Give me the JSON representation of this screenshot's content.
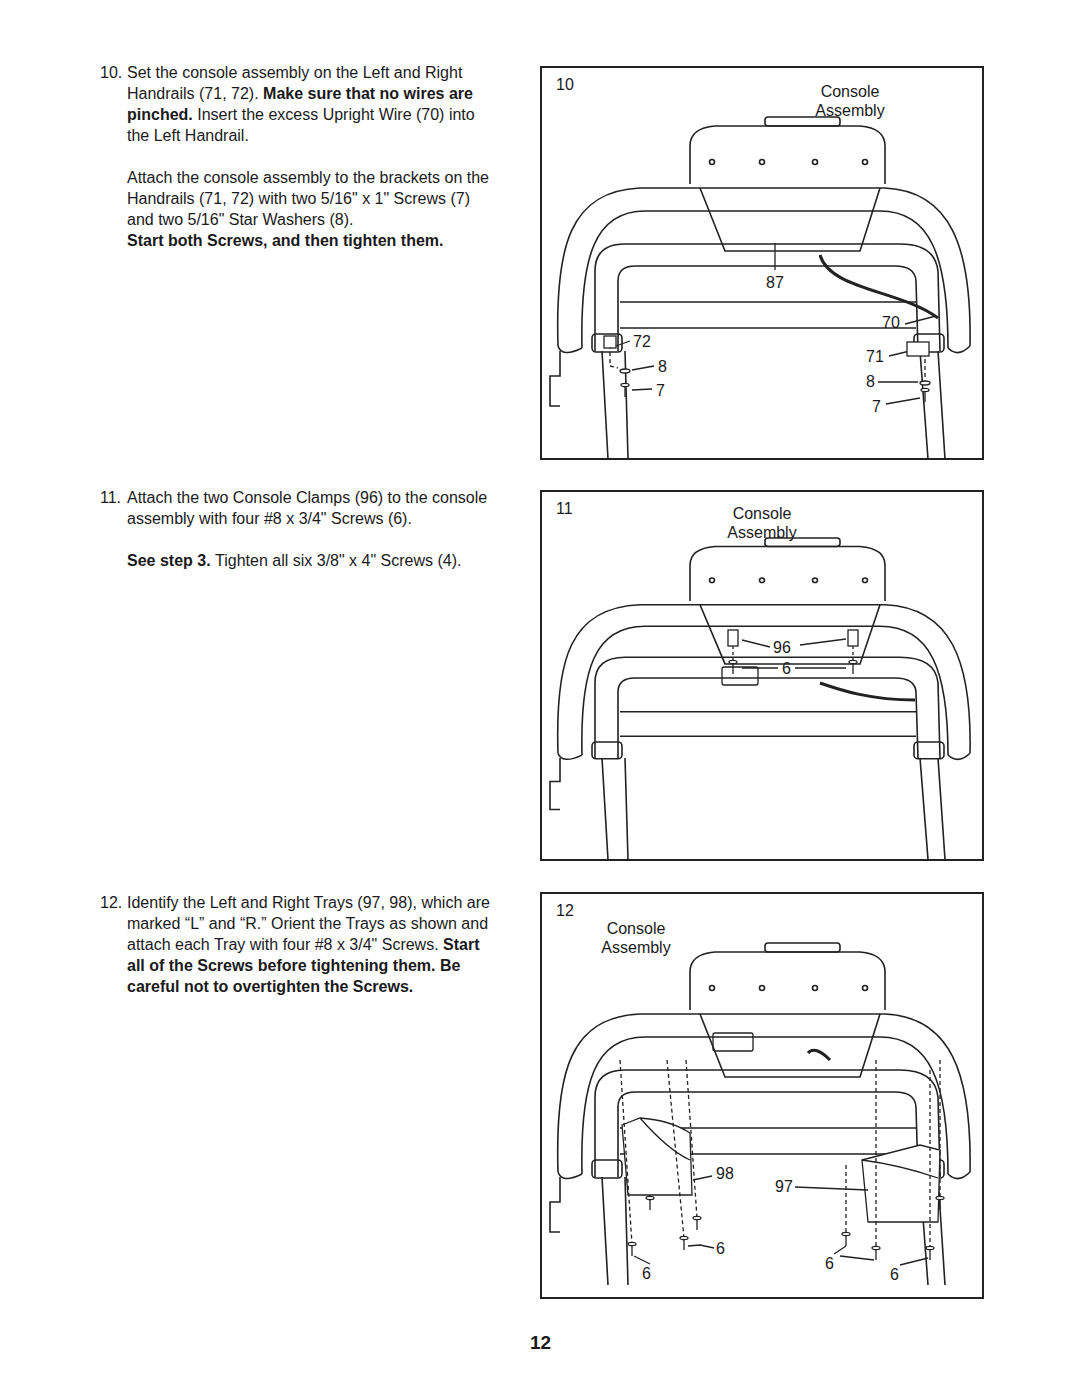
{
  "diagram": {
    "nodes": [
      {
        "text": [
          "10"
        ]
      },
      {
        "text": [
          "11"
        ]
      },
      {
        "text": [
          "12"
        ]
      }
    ],
    "labels": [
      "10.",
      "Set the console assembly on the Left and Right Handrails (71, 72).",
      "Make sure that no wires are pinched.",
      "Insert the excess Upright Wire (70) into the Left Handrail.",
      "Attach the console assembly to the brackets on the Handrails (71, 72) with two 5/16\" x 1\" Screws (7) and two 5/16\" Star Washers (8).",
      "Start both Screws, and then tighten them.",
      "11.",
      "Attach the two Console Clamps (96) to the console assembly with four #8 x 3/4\" Screws (6).",
      "See step 3.",
      "Tighten all six 3/8\" x 4\" Screws (4).",
      "12.",
      "Identify the Left and Right Trays (97, 98), which are marked “L” and “R.” Orient the Trays as shown and attach each Tray with four #8 x 3/4\" Screws.",
      "Start all of the Screws before tightening them. Be careful not to overtighten the Screws.",
      "Console Assembly",
      "87",
      "70",
      "72",
      "71",
      "8",
      "7",
      "8",
      "7",
      "Console Assembly",
      "96",
      "6",
      "Console Assembly",
      "98",
      "97",
      "6",
      "6",
      "6",
      "6",
      "12"
    ]
  }
}
